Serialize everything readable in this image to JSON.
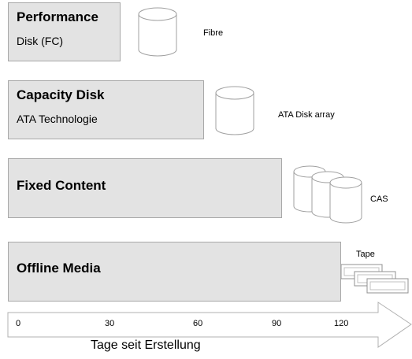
{
  "tiers": [
    {
      "title": "Performance",
      "subtitle": "Disk (FC)",
      "device_label": "Fibre",
      "device_icon": "cylinder-icon"
    },
    {
      "title": "Capacity Disk",
      "subtitle": "ATA Technologie",
      "device_label": "ATA Disk  array",
      "device_icon": "cylinder-icon"
    },
    {
      "title": "Fixed Content",
      "subtitle": "",
      "device_label": "CAS",
      "device_icon": "triple-cylinder-icon"
    },
    {
      "title": "Offline Media",
      "subtitle": "",
      "device_label": "Tape",
      "device_icon": "tape-stack-icon"
    }
  ],
  "axis": {
    "ticks": [
      "0",
      "30",
      "60",
      "90",
      "120"
    ],
    "label": "Tage seit Erstellung"
  },
  "colors": {
    "tier_fill": "#e3e3e3",
    "tier_border": "#a8a8a8",
    "outline": "#b0b0b0"
  }
}
